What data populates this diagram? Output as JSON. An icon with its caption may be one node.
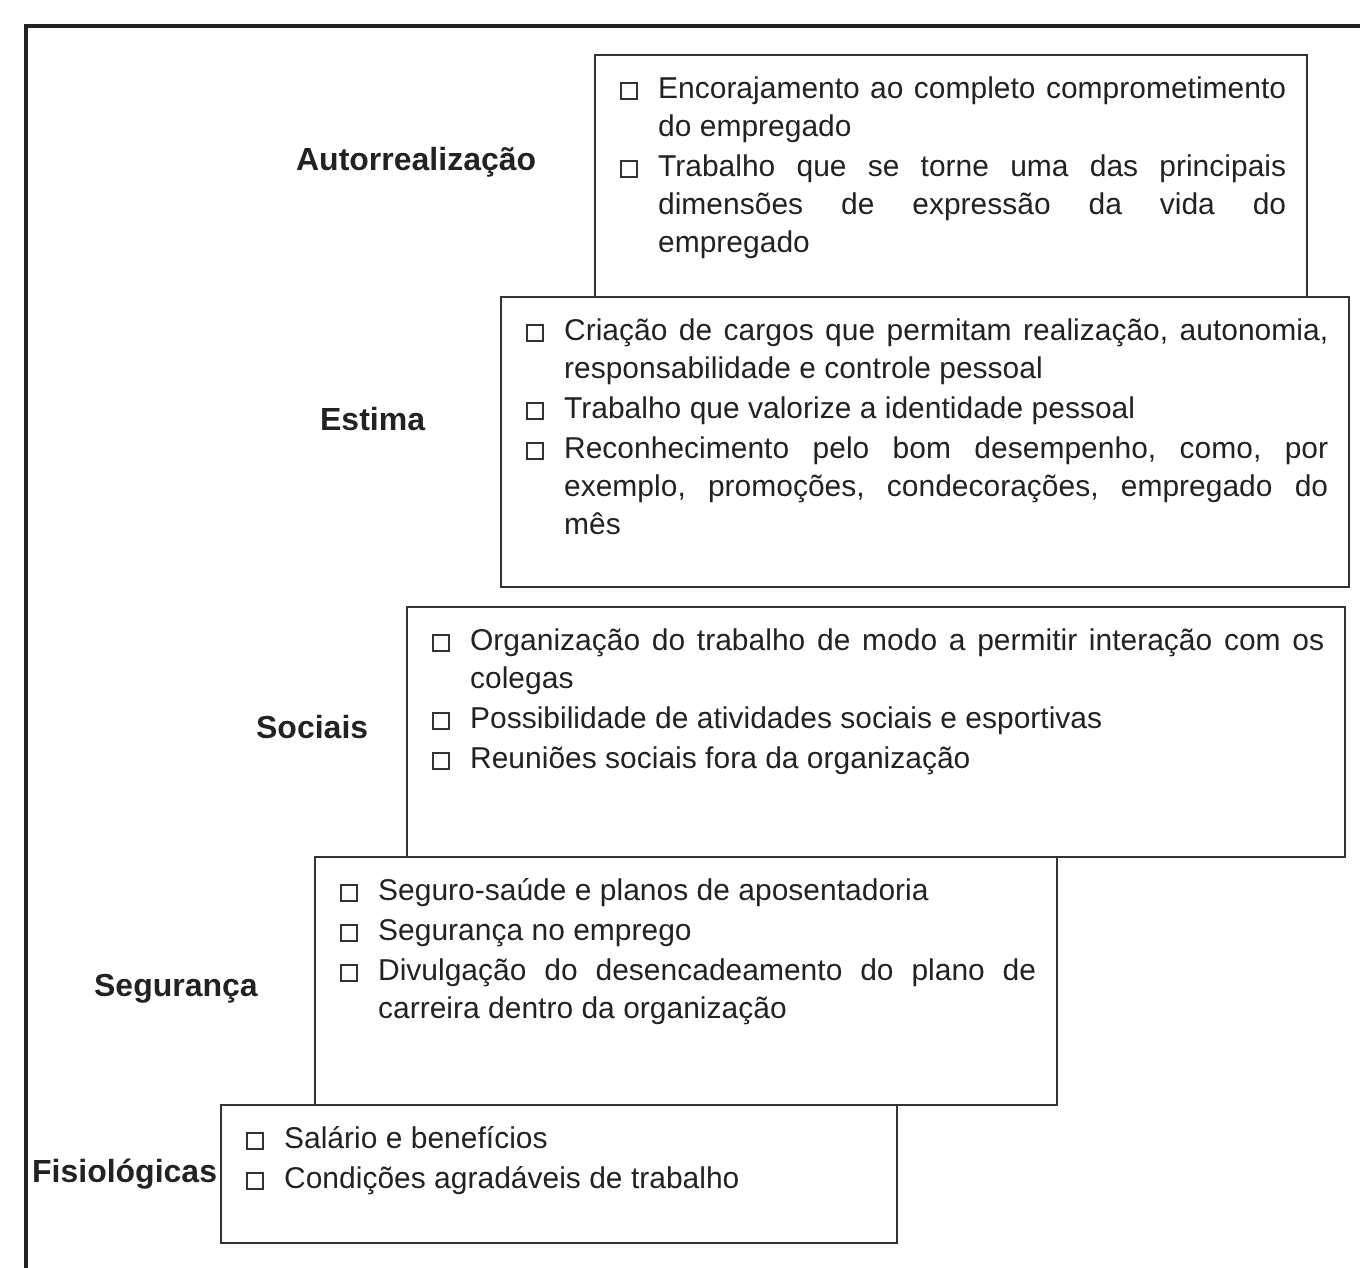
{
  "diagram": {
    "nodes": [
      {
        "text": [
          "Encorajamento ao completo comprometimento do empregado",
          "Trabalho que se torne uma das principais dimensões de expressão da vida do empregado"
        ],
        "beside": [
          "Autorrealização"
        ]
      },
      {
        "text": [
          "Criação de cargos que permitam realização, autonomia, responsabilidade e controle pessoal",
          "Trabalho que valorize a identidade pessoal",
          "Reconhecimento pelo bom desempenho, como, por exemplo, promoções, condecorações, empregado do mês"
        ],
        "beside": [
          "Estima"
        ]
      },
      {
        "text": [
          "Organização do trabalho de modo a permitir interação com os colegas",
          "Possibilidade de atividades sociais e esportivas",
          "Reuniões sociais fora da organização"
        ],
        "beside": [
          "Sociais"
        ]
      },
      {
        "text": [
          "Seguro-saúde e planos de aposentadoria",
          "Segurança no emprego",
          "Divulgação do desencadeamento do plano de carreira dentro da organização"
        ],
        "beside": [
          "Segurança"
        ]
      },
      {
        "text": [
          "Salário e benefícios",
          "Condições agradáveis de trabalho"
        ],
        "beside": [
          "Fisiológicas"
        ]
      }
    ]
  }
}
